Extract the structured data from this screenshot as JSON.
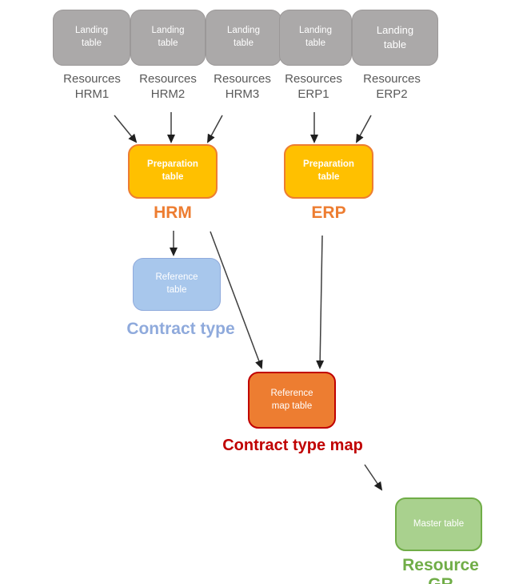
{
  "colors": {
    "landing_fill": "#ABA9A9",
    "landing_border": "#9B9898",
    "box_text": "#FFFFFF",
    "resource_text": "#595959",
    "preparation_fill": "#FFC000",
    "preparation_border": "#ED7D31",
    "hrm_erp_label": "#ED7D31",
    "reference_fill": "#A8C7EC",
    "reference_border": "#8FAADC",
    "contract_type_label": "#8FAADC",
    "reference_map_fill": "#ED7D31",
    "reference_map_border": "#C00000",
    "contract_type_map_label": "#C00000",
    "master_fill": "#A9D18E",
    "master_border": "#70AD47",
    "resource_gr_label": "#70AD47",
    "arrow": "#3F3F3F"
  },
  "landing": {
    "items": [
      {
        "box": "Landing table",
        "resource": "Resources",
        "code": "HRM1"
      },
      {
        "box": "Landing table",
        "resource": "Resources",
        "code": "HRM2"
      },
      {
        "box": "Landing table",
        "resource": "Resources",
        "code": "HRM3"
      },
      {
        "box": "Landing table",
        "resource": "Resources",
        "code": "ERP1"
      },
      {
        "box": "Landing table",
        "resource": "Resources",
        "code": "ERP2"
      }
    ]
  },
  "preparation": {
    "hrm": {
      "box": "Preparation table",
      "label": "HRM"
    },
    "erp": {
      "box": "Preparation table",
      "label": "ERP"
    }
  },
  "reference": {
    "box": "Reference table",
    "label": "Contract type"
  },
  "reference_map": {
    "box": "Reference map table",
    "label": "Contract type map"
  },
  "master": {
    "box": "Master table",
    "label": "Resource GR"
  }
}
